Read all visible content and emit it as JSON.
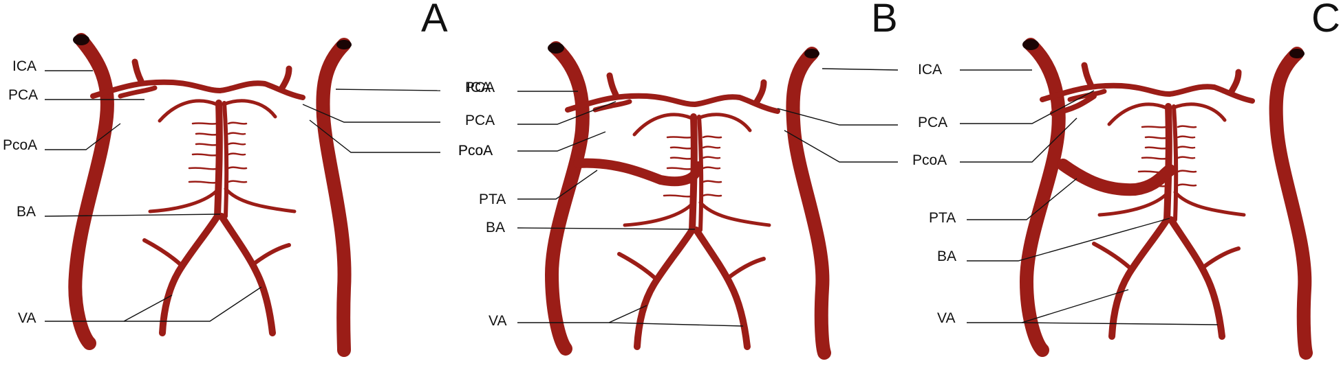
{
  "colors": {
    "vessel": "#9b1d17",
    "lumen": "#1a0505",
    "text": "#111111",
    "background": "#ffffff"
  },
  "panels": [
    {
      "letter": "A",
      "left_labels": [
        "ICA",
        "PCA",
        "PcoA",
        "BA",
        "VA"
      ],
      "right_labels": [
        "ICA",
        "PCA",
        "PcoA"
      ]
    },
    {
      "letter": "B",
      "left_labels": [
        "PCA",
        "PcoA",
        "PTA",
        "BA",
        "VA"
      ],
      "right_labels": [
        "ICA",
        "PCA",
        "PcoA"
      ]
    },
    {
      "letter": "C",
      "left_labels": [
        "PTA",
        "BA",
        "VA"
      ],
      "right_labels": []
    }
  ]
}
